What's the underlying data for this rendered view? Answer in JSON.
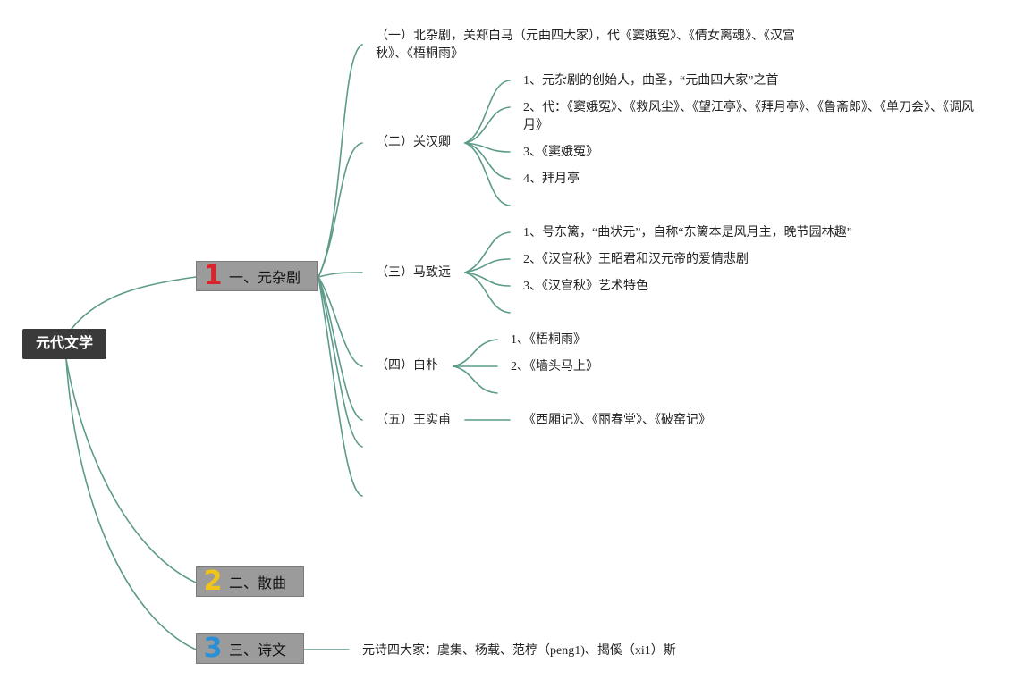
{
  "root": {
    "label": "元代文学"
  },
  "branches": [
    {
      "number": "1",
      "number_color": "#d9232d",
      "label": "一、元杂剧"
    },
    {
      "number": "2",
      "number_color": "#f0c419",
      "label": "二、散曲"
    },
    {
      "number": "3",
      "number_color": "#2b8fd6",
      "label": "三、诗文"
    }
  ],
  "zaju": {
    "intro": "（一）北杂剧，关郑白马（元曲四大家），代《窦娥冤》、《倩女离魂》、《汉宫秋》、《梧桐雨》",
    "guan": {
      "label": "（二）关汉卿",
      "items": [
        "1、元杂剧的创始人，曲圣，“元曲四大家”之首",
        "2、代：《窦娥冤》、《救风尘》、《望江亭》、《拜月亭》、《鲁斋郎》、《单刀会》、《调风月》",
        "3、《窦娥冤》",
        "4、拜月亭"
      ]
    },
    "ma": {
      "label": "（三）马致远",
      "items": [
        "1、号东篱，“曲状元”，自称“东篱本是风月主，晚节园林趣”",
        "2、《汉宫秋》王昭君和汉元帝的爱情悲剧",
        "3、《汉宫秋》艺术特色"
      ]
    },
    "bai": {
      "label": "（四）白朴",
      "items": [
        "1、《梧桐雨》",
        "2、《墙头马上》"
      ]
    },
    "wang": {
      "label": "（五）王实甫",
      "works": "《西厢记》、《丽春堂》、《破窑记》"
    }
  },
  "shiwen": {
    "note": "元诗四大家：虞集、杨载、范梈（peng1)、揭傒（xi1）斯"
  }
}
